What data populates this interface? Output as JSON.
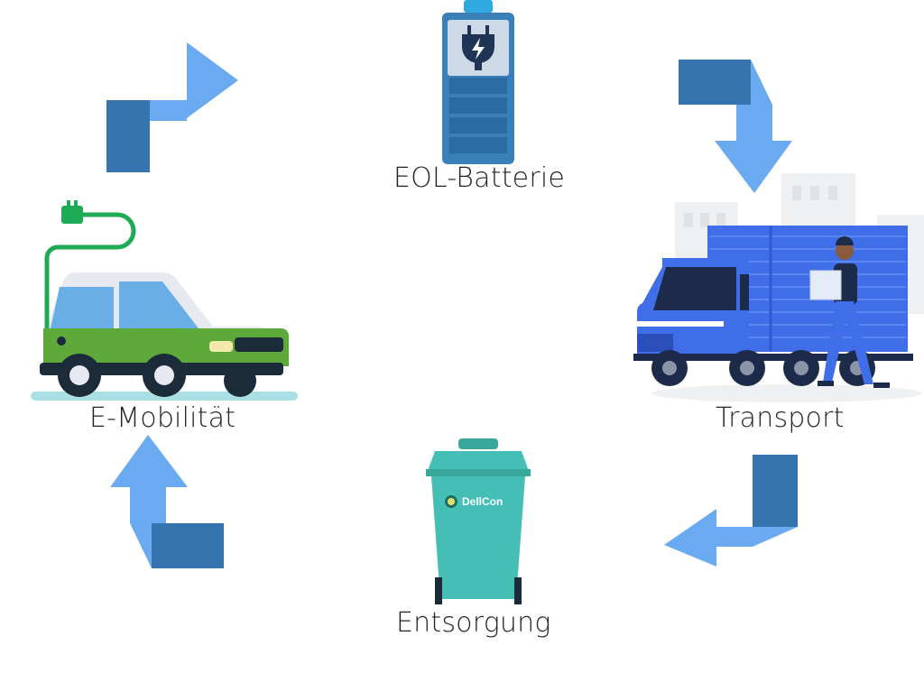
{
  "nodes": {
    "battery": {
      "label": "EOL-Batterie"
    },
    "transport": {
      "label": "Transport"
    },
    "disposal": {
      "label": "Entsorgung",
      "bin_brand": "DellCon"
    },
    "emobility": {
      "label": "E-Mobilität"
    }
  },
  "colors": {
    "arrow_light": "#6aaaf0",
    "arrow_dark": "#3674b0",
    "battery_body": "#3b7fb8",
    "bin": "#45bfb5",
    "car": "#5daa3a",
    "truck": "#3f6ee8",
    "cable": "#1faa55"
  },
  "icons": [
    "battery-icon",
    "truck-icon",
    "recycling-bin-icon",
    "electric-car-icon",
    "cycle-arrow-icon"
  ]
}
